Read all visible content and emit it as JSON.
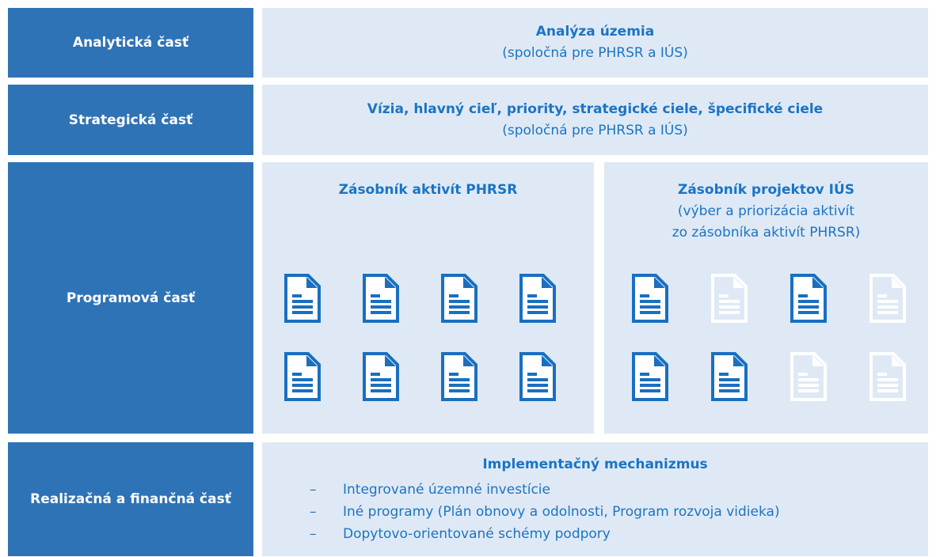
{
  "rows": [
    {
      "left": "Analytická časť",
      "title": "Analýza územia",
      "subtitle": "(spoločná pre PHRSR a IÚS)"
    },
    {
      "left": "Strategická časť",
      "title": "Vízia, hlavný cieľ, priority, strategické ciele, špecifické ciele",
      "subtitle": "(spoločná pre PHRSR a IÚS)"
    },
    {
      "left": "Programová časť",
      "col1_title": "Zásobník aktivít PHRSR",
      "col2_title": "Zásobník projektov IÚS",
      "col2_sub1": "(výber a priorizácia aktivít",
      "col2_sub2": "zo zásobníka aktivít PHRSR)"
    },
    {
      "left": "Realizačná a finančná časť",
      "title": "Implementačný mechanizmus",
      "dash": "–",
      "bullets": [
        "Integrované územné investície",
        "Iné programy (Plán obnovy a odolnosti, Program rozvoja vidieka)",
        "Dopytovo-orientované schémy podpory"
      ]
    }
  ],
  "document_icons": {
    "left_grid": [
      "filled",
      "filled",
      "filled",
      "filled",
      "filled",
      "filled",
      "filled",
      "filled"
    ],
    "right_grid": [
      "filled",
      "outline",
      "filled",
      "outline",
      "filled",
      "filled",
      "outline",
      "outline"
    ]
  },
  "colors": {
    "left_fill": "#2e73b6",
    "right_fill": "#dfe9f5",
    "text_blue": "#1b74c5",
    "icon_blue": "#1a6fc0"
  }
}
